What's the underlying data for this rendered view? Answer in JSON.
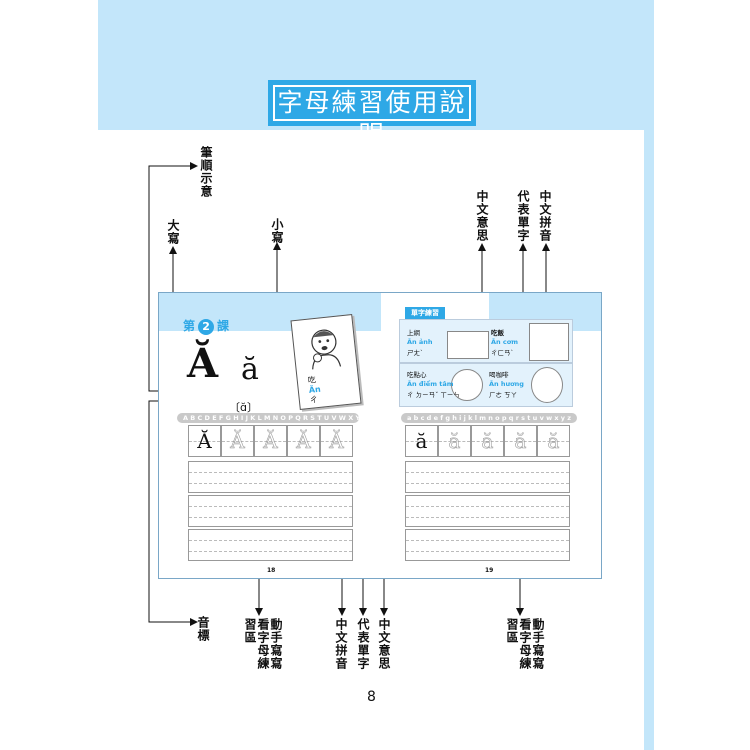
{
  "title": "字母練習使用說明",
  "labels": {
    "stroke_order": "筆順示意",
    "uppercase": "大寫",
    "lowercase": "小寫",
    "phonetic": "音標",
    "practice_area_left": "動手寫寫看字母練習區",
    "practice_area_right": "動手寫寫看字母練習區",
    "pinyin_top": "中文拼音",
    "word_top": "代表單字",
    "meaning_top": "中文意思",
    "pinyin_bottom": "中文拼音",
    "word_bottom": "代表單字",
    "meaning_bottom": "中文意思"
  },
  "book": {
    "lesson_prefix": "第",
    "lesson_number": "2",
    "lesson_suffix": "課",
    "letter_upper": "Ă",
    "letter_lower": "ă",
    "phonetic_symbol": "〔ɑ̆〕",
    "alphabet_upper": "A B C D E F G H I J K L M N O P Q R S T U V W X Y Z",
    "alphabet_lower": "a b c d e f g h i j k l m n o p q r s t u v w x y z",
    "card": {
      "meaning": "吃",
      "word": "Ăn",
      "pinyin": "ㄔ"
    },
    "vocab_tag": "單字練習",
    "vocab": [
      {
        "meaning": "上網",
        "word": "Ăn ảnh",
        "pinyin": "ㄕㄤˋ"
      },
      {
        "meaning": "吃飯",
        "word": "Ăn cơm",
        "pinyin": "ㄔㄈㄢˋ"
      },
      {
        "meaning": "吃點心",
        "word": "Ăn điểm tâm",
        "pinyin": "ㄔ ㄉㄧㄢˇ ㄒㄧㄣ"
      },
      {
        "meaning": "喝咖啡",
        "word": "Ăn hương",
        "pinyin": "ㄏㄜ ㄎㄚ"
      }
    ],
    "page_left": "18",
    "page_right": "19"
  },
  "page_number": "8",
  "colors": {
    "accent": "#2ea8e6",
    "band": "#c3e6fa"
  }
}
